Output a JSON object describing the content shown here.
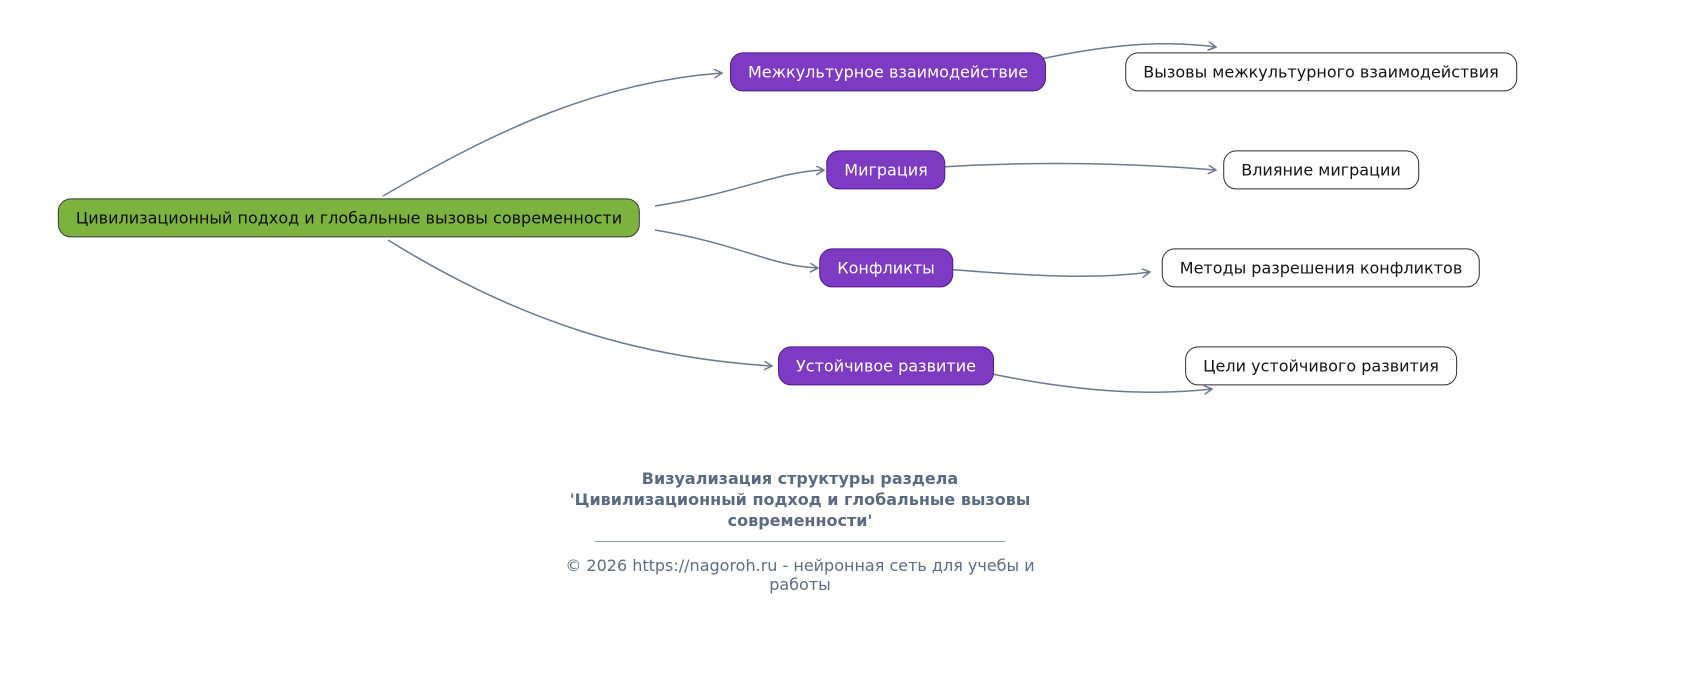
{
  "diagram": {
    "root": {
      "label": "Цивилизационный подход и глобальные вызовы современности"
    },
    "branches": [
      {
        "label": "Межкультурное взаимодействие",
        "child": "Вызовы межкультурного взаимодействия"
      },
      {
        "label": "Миграция",
        "child": "Влияние миграции"
      },
      {
        "label": "Конфликты",
        "child": "Методы разрешения конфликтов"
      },
      {
        "label": "Устойчивое развитие",
        "child": "Цели устойчивого развития"
      }
    ],
    "colors": {
      "root_fill": "#7cb23e",
      "root_border": "#3a3a3a",
      "branch_fill": "#7d3bc4",
      "branch_border": "#50188f",
      "leaf_fill": "#ffffff",
      "leaf_border": "#2e2e2e",
      "edge": "#6b7a8d"
    }
  },
  "footer": {
    "title_line1": "Визуализация структуры раздела",
    "title_line2": "'Цивилизационный подход и глобальные вызовы современности'",
    "copyright": "© 2026 https://nagoroh.ru - нейронная сеть для учебы и работы"
  }
}
